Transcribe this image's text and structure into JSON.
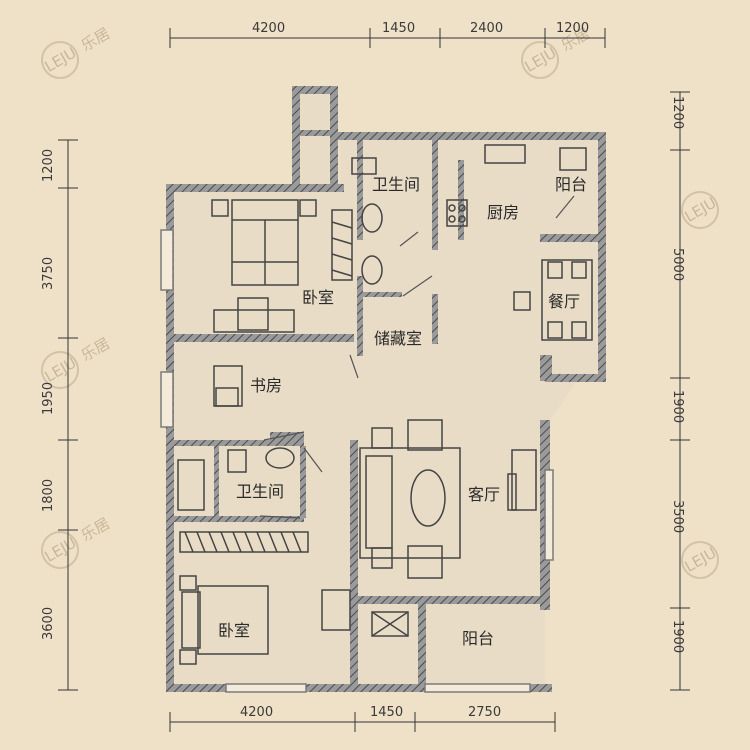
{
  "dimensions": {
    "top": [
      "4200",
      "1450",
      "2400",
      "1200"
    ],
    "bottom": [
      "4200",
      "1450",
      "2750"
    ],
    "left": [
      "1200",
      "3750",
      "1950",
      "1800",
      "3600"
    ],
    "right": [
      "1200",
      "5000",
      "1900",
      "3500",
      "1900"
    ]
  },
  "rooms": {
    "bathroom_top": "卫生间",
    "kitchen": "厨房",
    "balcony_top": "阳台",
    "bedroom_main": "卧室",
    "dining": "餐厅",
    "storage": "储藏室",
    "study": "书房",
    "bathroom_mid": "卫生间",
    "living": "客厅",
    "bedroom_bottom": "卧室",
    "balcony_bottom": "阳台"
  },
  "watermark": [
    "LEJU",
    "乐居"
  ],
  "colors": {
    "background": "#efe0c8",
    "wall": "#7b7b7b",
    "floor": "#e9dcc7",
    "text": "#2a2a2a"
  }
}
